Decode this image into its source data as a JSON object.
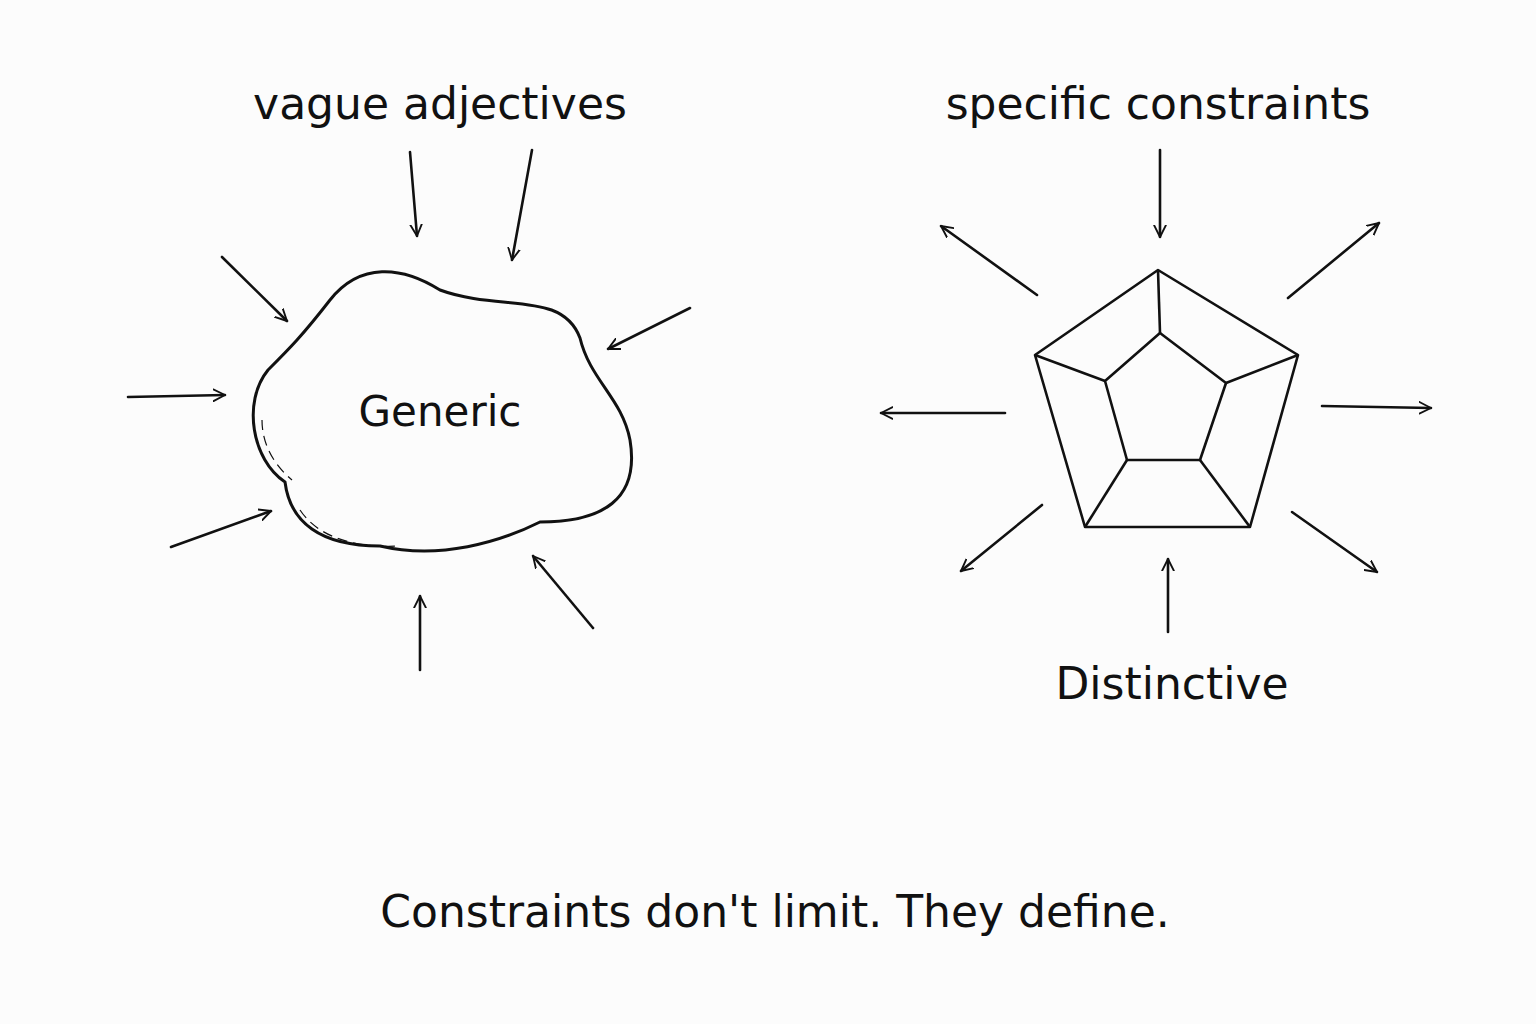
{
  "diagram": {
    "caption": "Constraints don't limit. They define.",
    "nodes": [
      {
        "text": [
          "Generic"
        ]
      }
    ],
    "labels": [
      "vague adjectives",
      "specific constraints",
      "Distinctive"
    ]
  }
}
